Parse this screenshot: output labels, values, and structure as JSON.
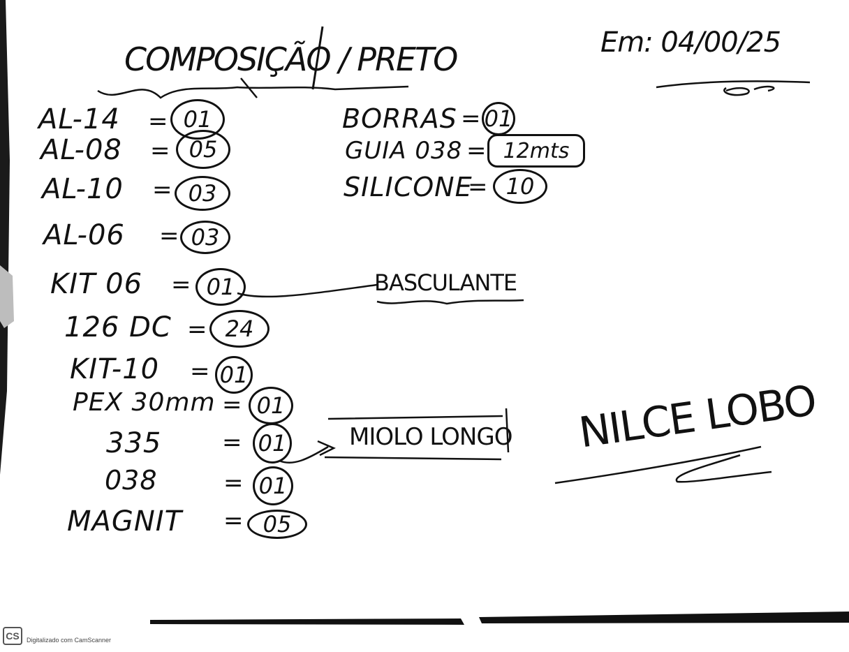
{
  "header": {
    "title": "COMPOSIÇÃO / PRETO",
    "date": "Em: 04/00/25"
  },
  "left_items": [
    {
      "label": "AL-14",
      "value": "01"
    },
    {
      "label": "AL-08",
      "value": "05"
    },
    {
      "label": "AL-10",
      "value": "03"
    },
    {
      "label": "AL-06",
      "value": "03"
    },
    {
      "label": "KIT 06",
      "value": "01"
    },
    {
      "label": "126 DC",
      "value": "24"
    },
    {
      "label": "KIT-10",
      "value": "01"
    },
    {
      "label": "PEX 30mm",
      "value": "01"
    },
    {
      "label": "335",
      "value": "01"
    },
    {
      "label": "038",
      "value": "01"
    },
    {
      "label": "MAGNIT",
      "value": "05"
    }
  ],
  "right_items": [
    {
      "label": "BORRAS",
      "value": "01"
    },
    {
      "label": "GUIA 038",
      "value": "12mts"
    },
    {
      "label": "SILICONE",
      "value": "10"
    }
  ],
  "annotations": {
    "kit06_note": "BASCULANTE",
    "item335_note": "MIOLO LONGO"
  },
  "signature": "NILCE LOBO",
  "footer": {
    "logo": "CS",
    "text": "Digitalizado com CamScanner"
  }
}
